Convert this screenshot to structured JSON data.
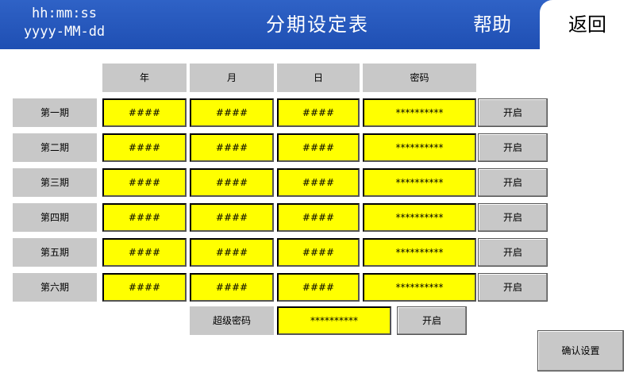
{
  "header": {
    "time_format": "hh:mm:ss",
    "date_format": "yyyy-MM-dd",
    "title": "分期设定表",
    "help_label": "帮助",
    "back_label": "返回"
  },
  "columns": {
    "year": "年",
    "month": "月",
    "day": "日",
    "password": "密码"
  },
  "periods": [
    {
      "label": "第一期",
      "year": "####",
      "month": "####",
      "day": "####",
      "password": "**********",
      "button": "开启"
    },
    {
      "label": "第二期",
      "year": "####",
      "month": "####",
      "day": "####",
      "password": "**********",
      "button": "开启"
    },
    {
      "label": "第三期",
      "year": "####",
      "month": "####",
      "day": "####",
      "password": "**********",
      "button": "开启"
    },
    {
      "label": "第四期",
      "year": "####",
      "month": "####",
      "day": "####",
      "password": "**********",
      "button": "开启"
    },
    {
      "label": "第五期",
      "year": "####",
      "month": "####",
      "day": "####",
      "password": "**********",
      "button": "开启"
    },
    {
      "label": "第六期",
      "year": "####",
      "month": "####",
      "day": "####",
      "password": "**********",
      "button": "开启"
    }
  ],
  "super": {
    "label": "超级密码",
    "password": "**********",
    "button": "开启"
  },
  "confirm_label": "确认设置",
  "colors": {
    "header_blue": "#1f4fb3",
    "field_yellow": "#ffff00",
    "button_gray": "#c8c8c8"
  }
}
